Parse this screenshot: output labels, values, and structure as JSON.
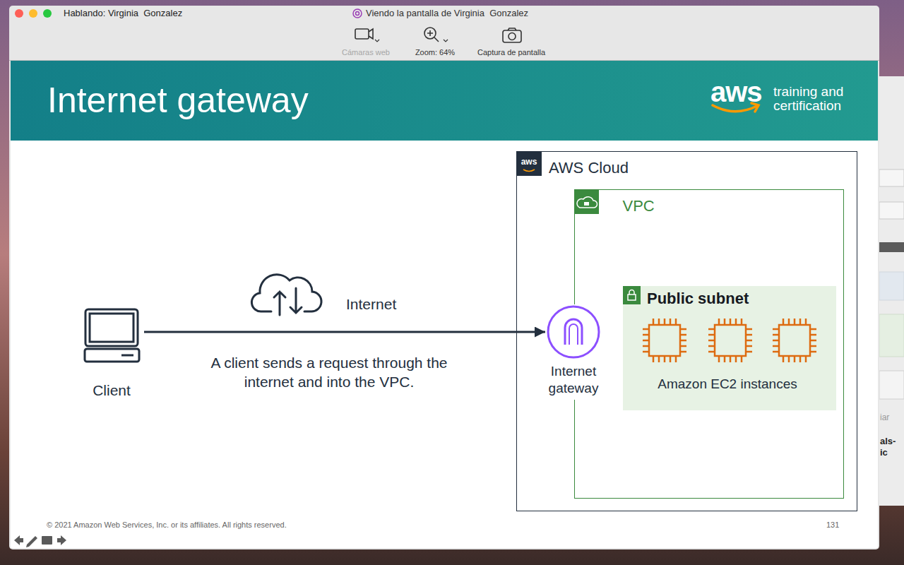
{
  "diagram": {
    "title": "Internet gateway",
    "nodes": [
      {
        "text": [
          "Client"
        ]
      },
      {
        "text": [
          "AWS Cloud"
        ]
      },
      {
        "text": [
          "VPC"
        ],
        "in": 1
      },
      {
        "text": [
          "Internet gateway"
        ],
        "in": 2
      },
      {
        "text": [
          "Public subnet",
          "Amazon EC2 instances"
        ],
        "in": 2
      }
    ],
    "edges": [
      {
        "from": 0,
        "to": 3,
        "arrow": "to",
        "label": "A client sends a request through the internet and into the VPC."
      }
    ],
    "labels": [
      "Hablando: Virginia  Gonzalez",
      "Viendo la pantalla de Virginia  Gonzalez",
      "Cámaras web",
      "Zoom: 64%",
      "Captura de pantalla",
      "aws",
      "training and certification",
      "aws",
      "Internet",
      "© 2021 Amazon Web Services, Inc. or its affiliates. All rights reserved.",
      "131",
      "iar",
      "als-",
      "ic"
    ]
  }
}
